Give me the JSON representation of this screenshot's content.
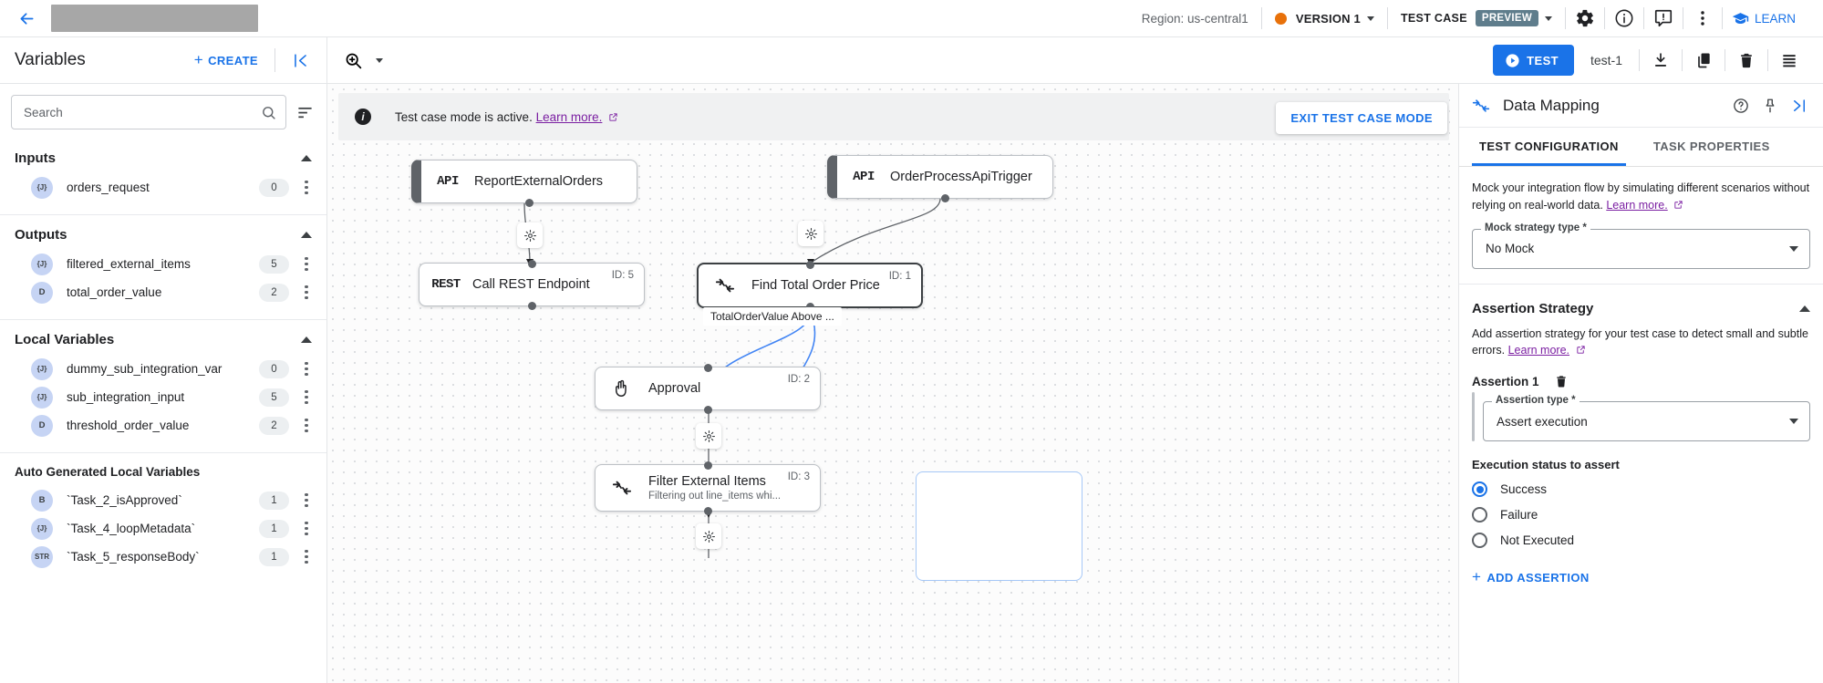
{
  "topbar": {
    "back_icon": "arrow-left-icon",
    "title_redacted": "",
    "region": "Region: us-central1",
    "version": "VERSION 1",
    "test_case_label": "TEST CASE",
    "preview_chip": "PREVIEW",
    "icons": [
      "gear-icon",
      "info-icon",
      "feedback-icon",
      "more-vert-icon"
    ],
    "learn": "LEARN",
    "accent_orange": "#e8710a",
    "accent_blue": "#1a73e8",
    "preview_chip_bg": "#5f7d8c"
  },
  "toolbar": {
    "variables_title": "Variables",
    "create_label": "CREATE",
    "collapse_icon": "collapse-panel-icon",
    "zoom_icon": "zoom-icon",
    "test_label": "TEST",
    "test_name": "test-1",
    "icons": [
      "download-icon",
      "copy-icon",
      "delete-icon",
      "list-icon"
    ]
  },
  "sidebar": {
    "search": {
      "value": "",
      "placeholder": "Search"
    },
    "sort_icon": "sort-icon",
    "sections": [
      {
        "title": "Inputs",
        "small": false,
        "items": [
          {
            "type": "{J}",
            "name": "orders_request",
            "count": "0"
          }
        ]
      },
      {
        "title": "Outputs",
        "small": false,
        "items": [
          {
            "type": "{J}",
            "name": "filtered_external_items",
            "count": "5"
          },
          {
            "type": "D",
            "name": "total_order_value",
            "count": "2"
          }
        ]
      },
      {
        "title": "Local Variables",
        "small": false,
        "items": [
          {
            "type": "{J}",
            "name": "dummy_sub_integration_var",
            "count": "0"
          },
          {
            "type": "{J}",
            "name": "sub_integration_input",
            "count": "5"
          },
          {
            "type": "D",
            "name": "threshold_order_value",
            "count": "2"
          }
        ]
      },
      {
        "title": "Auto Generated Local Variables",
        "small": true,
        "items": [
          {
            "type": "B",
            "name": "`Task_2_isApproved`",
            "count": "1"
          },
          {
            "type": "{J}",
            "name": "`Task_4_loopMetadata`",
            "count": "1"
          },
          {
            "type": "STR",
            "name": "`Task_5_responseBody`",
            "count": "1"
          }
        ]
      }
    ]
  },
  "canvas": {
    "banner": {
      "text": "Test case mode is active.",
      "link": "Learn more.",
      "info_icon": "info-icon"
    },
    "exit_button": "EXIT TEST CASE MODE",
    "edge_label": "TotalOrderValue Above ...",
    "nodes": [
      {
        "icon": "API",
        "title": "ReportExternalOrders",
        "sub": "",
        "id": ""
      },
      {
        "icon": "API",
        "title": "OrderProcessApiTrigger",
        "sub": "",
        "id": ""
      },
      {
        "icon": "REST",
        "title": "Call REST Endpoint",
        "sub": "",
        "id": "ID: 5"
      },
      {
        "icon": "mapping-icon",
        "title": "Find Total Order Price",
        "sub": "",
        "id": "ID: 1"
      },
      {
        "icon": "hand-icon",
        "title": "Approval",
        "sub": "",
        "id": "ID: 2"
      },
      {
        "icon": "mapping-icon",
        "title": "Filter External Items",
        "sub": "Filtering out line_items whi...",
        "id": "ID: 3"
      }
    ]
  },
  "right_panel": {
    "header_icon": "data-mapping-icon",
    "title": "Data Mapping",
    "header_icons": [
      "help-icon",
      "pin-icon",
      "collapse-right-icon"
    ],
    "tabs": [
      {
        "label": "TEST CONFIGURATION",
        "active": true
      },
      {
        "label": "TASK PROPERTIES",
        "active": false
      }
    ],
    "mock": {
      "description": "Mock your integration flow by simulating different scenarios without relying on real-world data.",
      "link": "Learn more.",
      "field_label": "Mock strategy type *",
      "field_value": "No Mock"
    },
    "assertion": {
      "section_title": "Assertion Strategy",
      "description": "Add assertion strategy for your test case to detect small and subtle errors.",
      "link": "Learn more.",
      "item_label": "Assertion 1",
      "delete_icon": "trash-icon",
      "type_label": "Assertion type *",
      "type_value": "Assert execution",
      "status_label": "Execution status to assert",
      "options": [
        {
          "label": "Success",
          "selected": true
        },
        {
          "label": "Failure",
          "selected": false
        },
        {
          "label": "Not Executed",
          "selected": false
        }
      ],
      "add_label": "ADD ASSERTION"
    }
  }
}
